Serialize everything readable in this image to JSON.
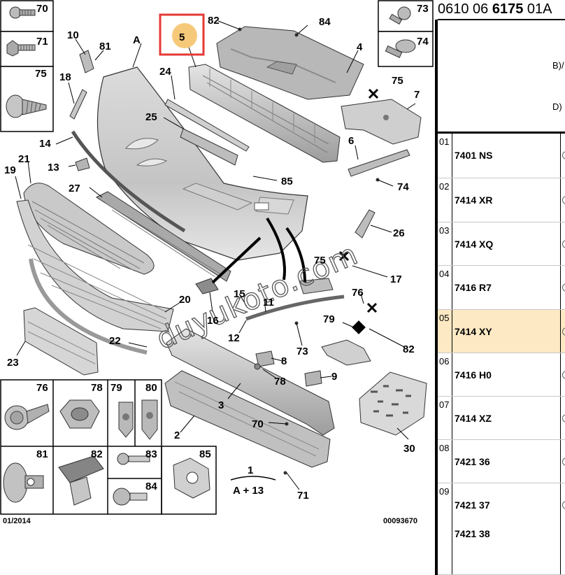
{
  "diagram": {
    "callouts": [
      "70",
      "71",
      "75",
      "10",
      "81",
      "A",
      "82",
      "84",
      "5",
      "4",
      "24",
      "18",
      "75",
      "7",
      "25",
      "14",
      "6",
      "13",
      "21",
      "85",
      "19",
      "74",
      "27",
      "26",
      "17",
      "75",
      "76",
      "15",
      "11",
      "16",
      "20",
      "79",
      "82",
      "12",
      "73",
      "22",
      "23",
      "8",
      "78",
      "9",
      "3",
      "30",
      "2",
      "70",
      "71",
      "1",
      "A + 13"
    ],
    "box_numbers": [
      "73",
      "74",
      "76",
      "78",
      "79",
      "80",
      "81",
      "82",
      "83",
      "85",
      "84"
    ],
    "date": "01/2014",
    "ref_number": "00093670",
    "watermark": "duyukoto.com",
    "highlight_color": "#e53935",
    "marker_color": "#f6c97a"
  },
  "side": {
    "ref_parts": [
      "0610 06 ",
      "6175",
      " 01A"
    ],
    "notes": [
      "B)/",
      "D)"
    ],
    "rows": [
      {
        "idx": "01",
        "refs": [
          "7401 NS"
        ]
      },
      {
        "idx": "02",
        "refs": [
          "7414 XR"
        ]
      },
      {
        "idx": "03",
        "refs": [
          "7414 XQ"
        ]
      },
      {
        "idx": "04",
        "refs": [
          "7416 R7"
        ]
      },
      {
        "idx": "05",
        "refs": [
          "7414 XY"
        ],
        "selected": true
      },
      {
        "idx": "06",
        "refs": [
          "7416 H0"
        ]
      },
      {
        "idx": "07",
        "refs": [
          "7414 XZ"
        ]
      },
      {
        "idx": "08",
        "refs": [
          "7421 36"
        ]
      },
      {
        "idx": "09",
        "refs": [
          "7421 37",
          "7421 38"
        ]
      }
    ]
  }
}
